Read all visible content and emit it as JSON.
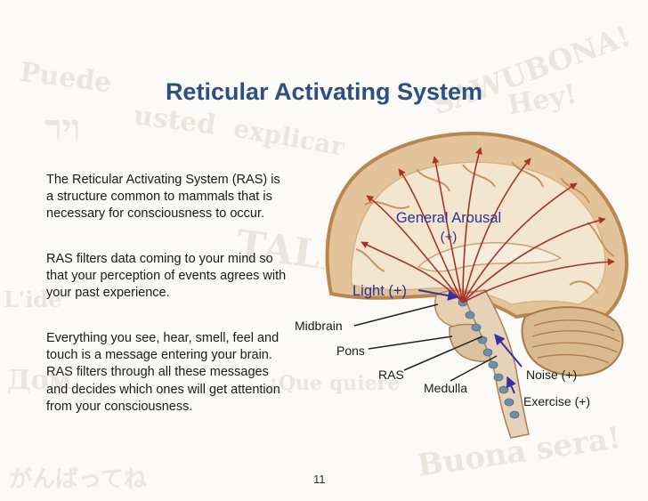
{
  "slide": {
    "title": "Reticular Activating System",
    "paragraphs": [
      "The Reticular Activating System (RAS) is a structure common to mammals that is necessary for consciousness to occur.",
      "RAS filters data coming to your mind so that your perception of events agrees with your past experience.",
      "Everything you see, hear, smell, feel and touch is a message entering your brain. RAS filters through all these messages and decides which ones will get attention from your consciousness."
    ],
    "page_number": "11"
  },
  "background_words": [
    "Puede",
    "usted",
    "explicar",
    "SAWUBONA!",
    "ויר",
    "Hey!",
    "L'ide",
    "Buona sera!",
    "¿Que quiere",
    "がんばってね",
    "Дом",
    "TALK"
  ],
  "diagram": {
    "labels": {
      "general_arousal": "General Arousal",
      "general_arousal_sign": "(+)",
      "light": "Light (+)",
      "midbrain": "Midbrain",
      "pons": "Pons",
      "ras": "RAS",
      "medulla": "Medulla",
      "noise": "Noise (+)",
      "exercise": "Exercise (+)"
    },
    "colors": {
      "arrow_red": "#a8322a",
      "arrow_blue": "#3a2fa0",
      "label_blue": "#2f2f9a",
      "brain_cortex": "#e3c49a",
      "brain_edge": "#b98650",
      "ras_dots": "#6f8ea8"
    }
  }
}
